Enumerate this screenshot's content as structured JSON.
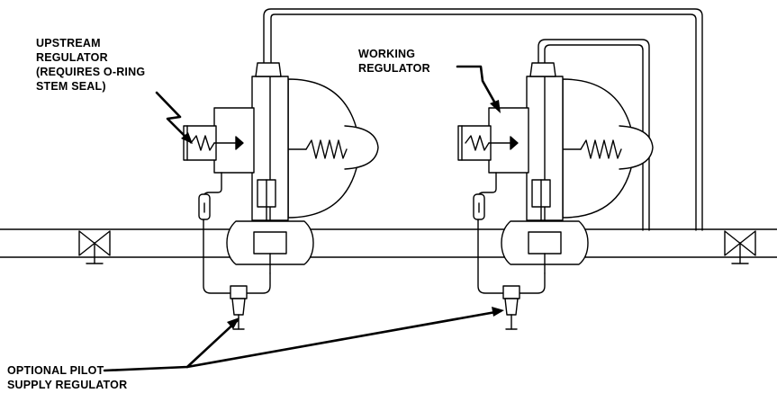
{
  "labels": {
    "upstream_regulator": [
      "UPSTREAM",
      "REGULATOR",
      "(REQUIRES O-RING",
      "STEM SEAL)"
    ],
    "working_regulator": [
      "WORKING",
      "REGULATOR"
    ],
    "optional_pilot_supply_regulator": [
      "OPTIONAL PILOT",
      "SUPPLY REGULATOR"
    ]
  },
  "colors": {
    "line": "#000000",
    "background": "#ffffff"
  }
}
